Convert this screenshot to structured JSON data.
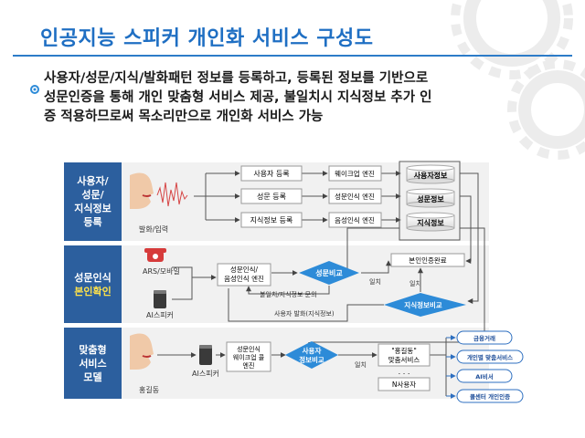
{
  "title": "인공지능 스피커 개인화 서비스 구성도",
  "summary": {
    "line1": "사용자/성문/지식/발화패턴 정보를 등록하고, 등록된 정보를 기반으로",
    "line2": "성문인증을 통해 개인 맞춤형 서비스 제공, 불일치시 지식정보 추가 인",
    "line3": "증 적용하므로써 목소리만으로 개인화 서비스 가능"
  },
  "bands": [
    {
      "lines": [
        "사용자/",
        "성문/",
        "지식정보",
        "등록"
      ],
      "highlight": ""
    },
    {
      "lines": [
        "성문인식"
      ],
      "highlight": "본인확인"
    },
    {
      "lines": [
        "맞춤형",
        "서비스",
        "모델"
      ],
      "highlight": ""
    }
  ],
  "registration": {
    "speaker_label": "발화/입력",
    "steps": [
      "사용자 등록",
      "성문 등록",
      "지식정보 등록"
    ],
    "engines": [
      "웨이크업 엔진",
      "성문인식 엔진",
      "음성인식 엔진"
    ],
    "databases": [
      "사용자정보",
      "성문정보",
      "지식정보"
    ]
  },
  "verification": {
    "phone_label": "ARS/모바일",
    "speaker_label": "AI스피커",
    "engine_line1": "성문인식/",
    "engine_line2": "음성인식 엔진",
    "compare": "성문비교",
    "match_label": "일치",
    "auth_done": "본인인증완료",
    "mismatch_query": "불일치/지식정보 문의",
    "knowledge_compare": "지식정보비교",
    "user_utterance": "사용자 발화(지식정보)",
    "match_label_2": "일치"
  },
  "service": {
    "person_label": "홍길동",
    "speaker_label": "AI스피커",
    "engine_lines": [
      "성문인식",
      "웨이크업 콜",
      "엔진"
    ],
    "compare_lines": [
      "사용자",
      "정보비교"
    ],
    "match_label": "일치",
    "custom_line1": "\"홍길동\"",
    "custom_line2": "맞춤서비스",
    "dots": ". . .",
    "n_user": "N사용자",
    "outputs": [
      "금융거래",
      "개인별 맞춤서비스",
      "AI비서",
      "콜센터 개인인증"
    ]
  },
  "colors": {
    "title": "#1f6fc3",
    "band_label": "#2c5f9e",
    "highlight": "#ffe24a",
    "diamond": "#2d8bd8",
    "output_border": "#2d6fc0"
  }
}
